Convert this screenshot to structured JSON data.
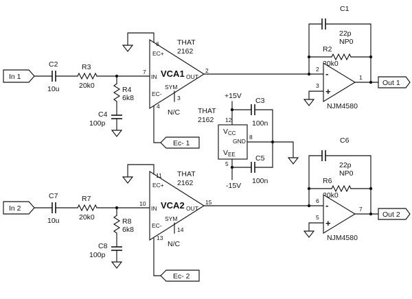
{
  "colors": {
    "ink": "#111111",
    "background": "#ffffff"
  },
  "inputs": {
    "in1": "In 1",
    "in2": "In 2"
  },
  "outputs": {
    "out1": "Out 1",
    "out2": "Out 2"
  },
  "controls": {
    "ec1": "Ec- 1",
    "ec2": "Ec- 2"
  },
  "components": {
    "c1": {
      "ref": "C1",
      "value": "22p",
      "type": "NP0"
    },
    "c2": {
      "ref": "C2",
      "value": "10u"
    },
    "c3": {
      "ref": "C3",
      "value": "100n"
    },
    "c4": {
      "ref": "C4",
      "value": "100p"
    },
    "c5": {
      "ref": "C5",
      "value": "100n"
    },
    "c6": {
      "ref": "C6",
      "value": "22p",
      "type": "NP0"
    },
    "c7": {
      "ref": "C7",
      "value": "10u"
    },
    "c8": {
      "ref": "C8",
      "value": "100p"
    },
    "r2": {
      "ref": "R2",
      "value": "20k0"
    },
    "r3": {
      "ref": "R3",
      "value": "20k0"
    },
    "r4": {
      "ref": "R4",
      "value": "6k8"
    },
    "r6": {
      "ref": "R6",
      "value": "20k0"
    },
    "r7": {
      "ref": "R7",
      "value": "20k0"
    },
    "r8": {
      "ref": "R8",
      "value": "6k8"
    }
  },
  "vca1": {
    "part": "THAT",
    "number": "2162",
    "name": "VCA1",
    "pins": {
      "ec_plus": "EC+",
      "in": "IN",
      "out": "OUT",
      "ec_minus": "EC-",
      "sym": "SYM"
    },
    "pin_numbers": {
      "ec_plus": "6",
      "in": "7",
      "out": "2",
      "ec_minus": "4",
      "sym": "3"
    },
    "nc": "N/C"
  },
  "vca2": {
    "part": "THAT",
    "number": "2162",
    "name": "VCA2",
    "pins": {
      "ec_plus": "EC+",
      "in": "IN",
      "out": "OUT",
      "ec_minus": "EC-",
      "sym": "SYM"
    },
    "pin_numbers": {
      "ec_plus": "11",
      "in": "10",
      "out": "15",
      "ec_minus": "13",
      "sym": "14"
    },
    "nc": "N/C"
  },
  "opamp1": {
    "part": "NJM4580",
    "pin_inv": "2",
    "pin_noninv": "3",
    "pin_out": "1",
    "minus": "-",
    "plus": "+"
  },
  "opamp2": {
    "part": "NJM4580",
    "pin_inv": "6",
    "pin_noninv": "5",
    "pin_out": "7",
    "minus": "-",
    "plus": "+"
  },
  "power": {
    "part": "THAT",
    "number": "2162",
    "pos": "+15V",
    "neg": "-15V",
    "vcc_v": "V",
    "vcc_sub": "CC",
    "vee_v": "V",
    "vee_sub": "EE",
    "gnd": "GND",
    "pin_vcc": "12",
    "pin_gnd": "8",
    "pin_vee": "5"
  }
}
